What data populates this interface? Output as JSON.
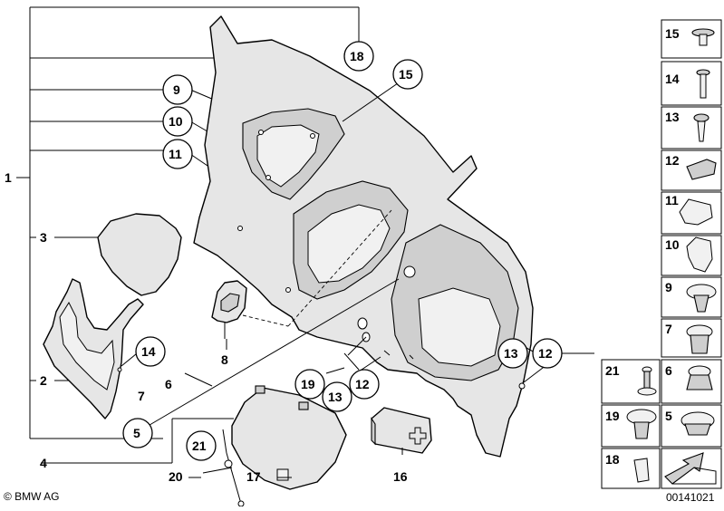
{
  "callouts": {
    "n1": "1",
    "n2": "2",
    "n3": "3",
    "n4": "4",
    "n5": "5",
    "n6": "6",
    "n7": "7",
    "n8": "8",
    "n9": "9",
    "n10": "10",
    "n11": "11",
    "n12a": "12",
    "n12b": "12",
    "n13a": "13",
    "n13b": "13",
    "n14": "14",
    "n15": "15",
    "n16": "16",
    "n17": "17",
    "n18": "18",
    "n19": "19",
    "n20": "20",
    "n21": "21"
  },
  "legend": {
    "k15": "15",
    "k14": "14",
    "k13": "13",
    "k12": "12",
    "k11": "11",
    "k10": "10",
    "k9": "9",
    "k7": "7",
    "k21": "21",
    "k6": "6",
    "k19": "19",
    "k5": "5",
    "k18": "18"
  },
  "footer": {
    "copyright": "© BMW AG",
    "doc_number": "00141021"
  }
}
